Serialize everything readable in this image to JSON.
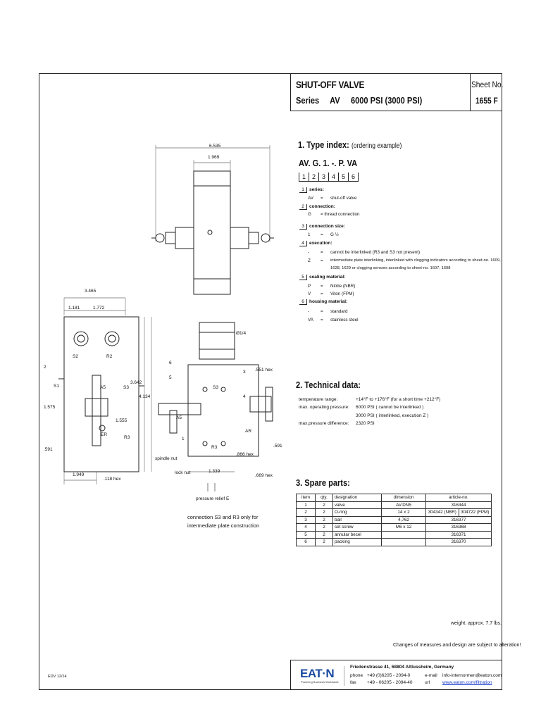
{
  "header": {
    "title": "SHUT-OFF VALVE",
    "subtitle": "Series     AV     6000 PSI (3000 PSI)",
    "sheet_label": "Sheet No.",
    "sheet_number": "1655 F"
  },
  "type_index": {
    "heading": "1. Type index:",
    "note": "(ordering example)",
    "code": "AV. G. 1.  -.  P.  VA",
    "positions": [
      "1",
      "2",
      "3",
      "4",
      "5",
      "6"
    ],
    "sections": [
      {
        "num": "1",
        "label": "series:",
        "options": [
          {
            "key": "AV",
            "eq": "=",
            "desc": "shut-off valve"
          }
        ]
      },
      {
        "num": "2",
        "label": "connection:",
        "options": [
          {
            "key": "G",
            "eq": "",
            "desc": "= thread connection"
          }
        ]
      },
      {
        "num": "3",
        "label": "connection size:",
        "options": [
          {
            "key": "1",
            "eq": "=",
            "desc": "G ½"
          }
        ]
      },
      {
        "num": "4",
        "label": "execution:",
        "options": [
          {
            "key": "-",
            "eq": "=",
            "desc": "cannot be interlinked (R3 and S3 not present)"
          },
          {
            "key": "Z",
            "eq": "=",
            "desc": "intermediate plate interlinking, interlinked with clogging indicators according to sheet-no. 1609,"
          },
          {
            "key": "",
            "eq": "",
            "desc": "1628, 1629 or clogging sensors according to sheet-no. 1607, 1608"
          }
        ]
      },
      {
        "num": "5",
        "label": "sealing material:",
        "options": [
          {
            "key": "P",
            "eq": "=",
            "desc": "Nitrile (NBR)"
          },
          {
            "key": "V",
            "eq": "=",
            "desc": "Viton (FPM)"
          }
        ]
      },
      {
        "num": "6",
        "label": "housing material:",
        "options": [
          {
            "key": "-",
            "eq": "=",
            "desc": "standard"
          },
          {
            "key": "VA",
            "eq": "=",
            "desc": "stainless steel"
          }
        ]
      }
    ]
  },
  "technical_data": {
    "heading": "2. Technical data:",
    "rows": [
      {
        "label": "temperature range:",
        "value": "+14°F to +176°F (for a short time +212°F)"
      },
      {
        "label": "max. operating pressure:",
        "value": "6000 PSI ( cannot be interlinked )"
      },
      {
        "label": "",
        "value": "3000 PSI ( interlinked, execution Z )"
      },
      {
        "label": "max.pressure difference:",
        "value": "2320 PSI"
      }
    ]
  },
  "spare_parts": {
    "heading": "3. Spare parts:",
    "columns": [
      "item",
      "qty.",
      "designation",
      "dimension",
      "article-no."
    ],
    "rows": [
      [
        "1",
        "2",
        "valve",
        "AV.DN5",
        "316344",
        ""
      ],
      [
        "2",
        "2",
        "O-ring",
        "14 x 2",
        "304342 (NBR)",
        "304722 (FPM)"
      ],
      [
        "3",
        "2",
        "ball",
        "4,762",
        "316377",
        ""
      ],
      [
        "4",
        "2",
        "set screw",
        "M6 x 12",
        "316368",
        ""
      ],
      [
        "5",
        "2",
        "annular becel",
        "",
        "316371",
        ""
      ],
      [
        "6",
        "2",
        "packing",
        "",
        "316370",
        ""
      ]
    ]
  },
  "weight": "weight: approx. 7.7 lbs.",
  "disclaimer": "Changes of measures and design are subject to alteration!",
  "footer": {
    "doc_code": "EDV 12/14",
    "logo_text": "EAT·N",
    "logo_tagline": "Powering Business Worldwide",
    "address": "Friedenstrasse 41,  68804 Altlussheim,  Germany",
    "phone_label": "phone",
    "phone": "+49 (0)6205 - 2094-0",
    "fax_label": "fax",
    "fax": "+49 - 06205 - 2094-40",
    "email_label": "e-mail",
    "email": "info-internormen@eaton.com",
    "url_label": "url",
    "url": "www.eaton.com/filtration"
  },
  "drawing": {
    "dims_top": [
      "6.535",
      "1.969"
    ],
    "dims_left": [
      "3.465",
      "1.181",
      "1.772",
      "1.575",
      ".591",
      "1.949"
    ],
    "dims_right": [
      "3.642",
      "4.134",
      "1.555",
      ".118 hex"
    ],
    "port_labels": [
      "S2",
      "R2",
      "S1",
      "A5",
      "S3",
      "ER",
      "R3"
    ],
    "section_labels": [
      "6",
      "5",
      "2",
      "1",
      "3",
      "4",
      "A5",
      "S3",
      "AR",
      "R3",
      "Ø1/4",
      ".551 hex",
      ".866 hex",
      ".669 hex",
      "1.339",
      ".591"
    ],
    "callouts": [
      "spindle nut",
      "lock nut",
      "pressure relief E"
    ],
    "note_line1": "connection S3 and R3 only for",
    "note_line2": "intermediate plate construction"
  }
}
